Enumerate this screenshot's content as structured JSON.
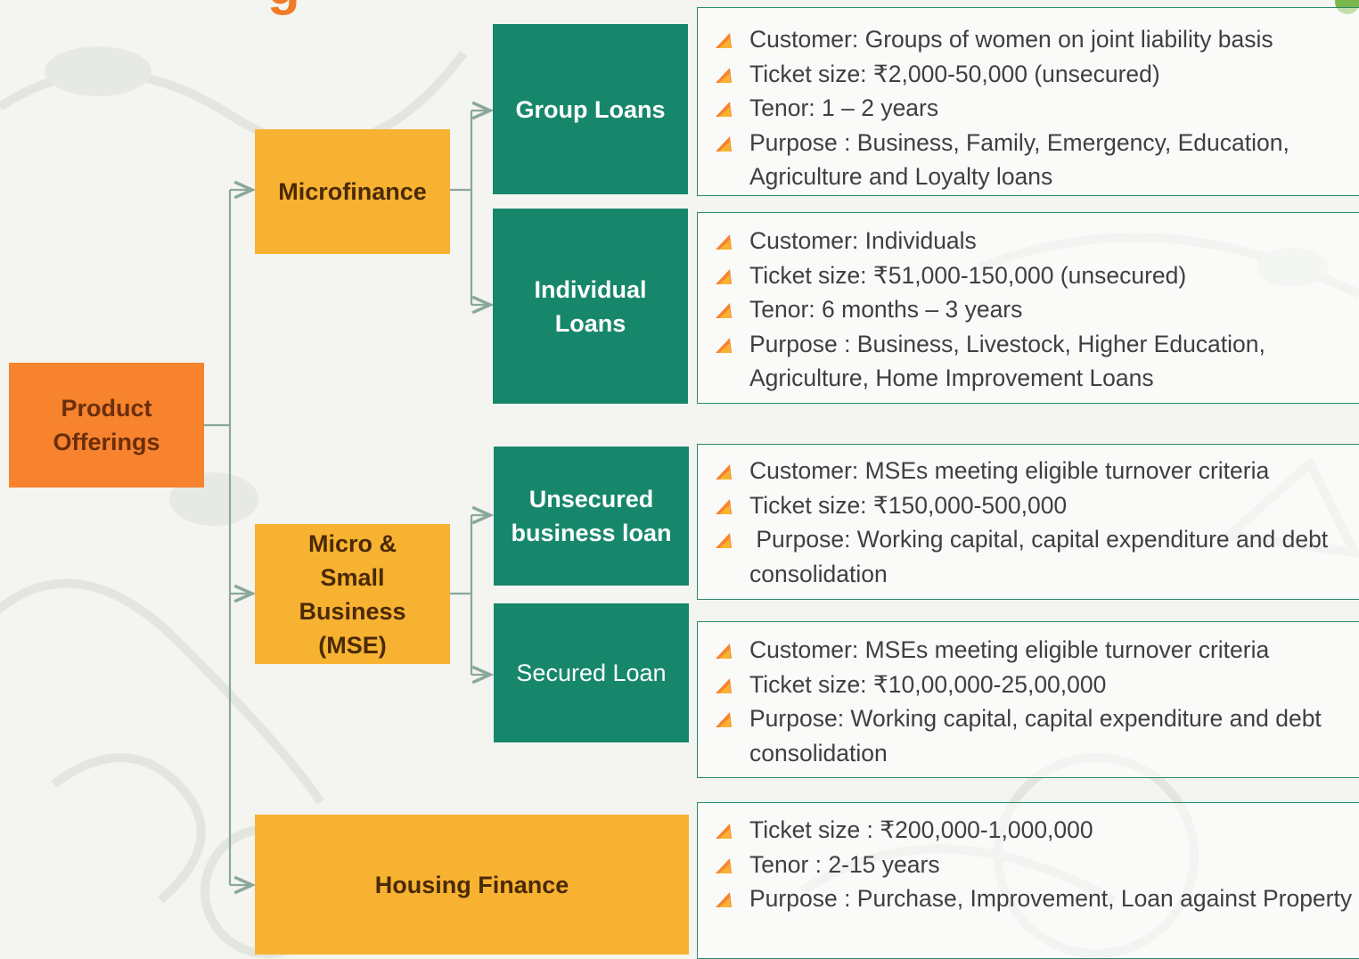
{
  "diagram": {
    "root": {
      "label": "Product Offerings"
    },
    "categories": [
      {
        "label": "Microfinance"
      },
      {
        "label": "Micro & Small Business (MSE)"
      },
      {
        "label": "Housing Finance"
      }
    ],
    "products": [
      {
        "label": "Group Loans"
      },
      {
        "label": "Individual Loans"
      },
      {
        "label": "Unsecured business loan"
      },
      {
        "label": "Secured Loan"
      }
    ],
    "details": [
      {
        "items": [
          "Customer: Groups of women on joint liability basis",
          "Ticket size: ₹2,000-50,000 (unsecured)",
          "Tenor: 1 – 2 years",
          "Purpose : Business, Family, Emergency, Education, Agriculture and Loyalty loans"
        ]
      },
      {
        "items": [
          "Customer: Individuals",
          "Ticket size: ₹51,000-150,000 (unsecured)",
          "Tenor: 6 months – 3 years",
          "Purpose : Business, Livestock, Higher Education, Agriculture, Home Improvement Loans"
        ]
      },
      {
        "items": [
          "Customer: MSEs meeting eligible turnover criteria",
          "Ticket size: ₹150,000-500,000",
          " Purpose: Working capital, capital expenditure and debt consolidation"
        ]
      },
      {
        "items": [
          "Customer: MSEs meeting eligible turnover criteria",
          "Ticket size: ₹10,00,000-25,00,000",
          "Purpose: Working capital, capital expenditure and debt consolidation"
        ]
      },
      {
        "items": [
          "Ticket size : ₹200,000-1,000,000",
          "Tenor : 2-15 years",
          "Purpose : Purchase, Improvement, Loan against Property"
        ]
      }
    ]
  },
  "colors": {
    "root": "#f7832f",
    "category": "#f8b232",
    "product": "#17876b",
    "border": "#2a8a6c",
    "connector": "#8aa79b"
  }
}
